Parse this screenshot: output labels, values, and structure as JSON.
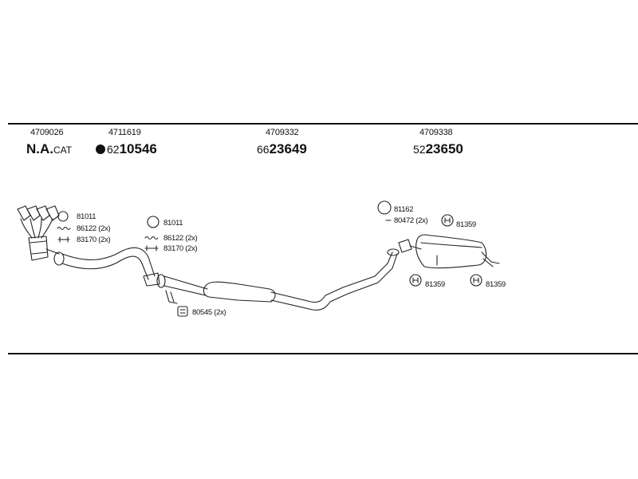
{
  "header": {
    "columns": [
      {
        "part_number": "4709026",
        "code_main": "N.A.",
        "code_suffix": "CAT"
      },
      {
        "part_number": "4711619",
        "code_prefix": "62",
        "code_main": "10546"
      },
      {
        "part_number": "4709332",
        "code_prefix": "66",
        "code_main": "23649"
      },
      {
        "part_number": "4709338",
        "code_prefix": "52",
        "code_main": "23650"
      }
    ]
  },
  "callouts": {
    "front_1": "81011",
    "front_2": "86122 (2x)",
    "front_3": "83170 (2x)",
    "mid_1": "81011",
    "mid_2": "86122 (2x)",
    "mid_3": "83170 (2x)",
    "hanger": "80545 (2x)",
    "rear_ring": "81162",
    "rear_bolt": "80472 (2x)",
    "rear_mount_1": "81359",
    "rear_mount_2": "81359",
    "rear_mount_3": "81359"
  },
  "icons": [
    "manifold-catalyst",
    "front-pipe",
    "middle-silencer",
    "rear-silencer",
    "gasket-ring-icon",
    "spring-icon",
    "clamp-icon",
    "rubber-mount-icon",
    "bullet-icon"
  ]
}
